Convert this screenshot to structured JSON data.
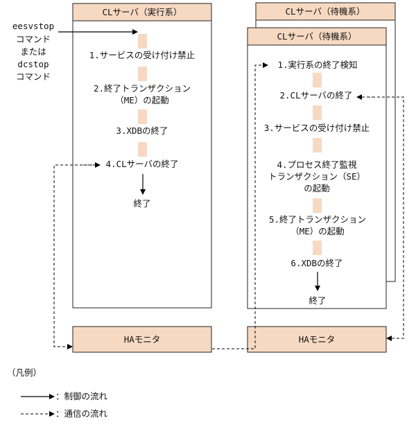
{
  "active": {
    "title": "CLサーバ（実行系）",
    "command_lines": [
      "eesvstop",
      "コマンド",
      "または",
      "dcstop",
      "コマンド"
    ],
    "steps": [
      {
        "lines": [
          "1.サービスの受け付け禁止"
        ]
      },
      {
        "lines": [
          "2.終了トランザクション",
          "（ME）の起動"
        ]
      },
      {
        "lines": [
          "3.XDBの終了"
        ]
      },
      {
        "lines": [
          "4.CLサーバの終了"
        ]
      }
    ],
    "end_label": "終了"
  },
  "standby": {
    "title_back": "CLサーバ（待機系）",
    "title": "CLサーバ（待機系）",
    "steps": [
      {
        "lines": [
          "1.実行系の終了検知"
        ]
      },
      {
        "lines": [
          "2.CLサーバの終了"
        ]
      },
      {
        "lines": [
          "3.サービスの受け付け禁止"
        ]
      },
      {
        "lines": [
          "4.プロセス終了監視",
          "トランザクション（SE）",
          "の起動"
        ]
      },
      {
        "lines": [
          "5.終了トランザクション",
          "（ME）の起動"
        ]
      },
      {
        "lines": [
          "6.XDBの終了"
        ]
      }
    ],
    "end_label": "終了"
  },
  "monitors": {
    "left": "HAモニタ",
    "right": "HAモニタ"
  },
  "legend": {
    "title": "（凡例）",
    "control_flow": "：制御の流れ",
    "communication_flow": "：通信の流れ"
  }
}
